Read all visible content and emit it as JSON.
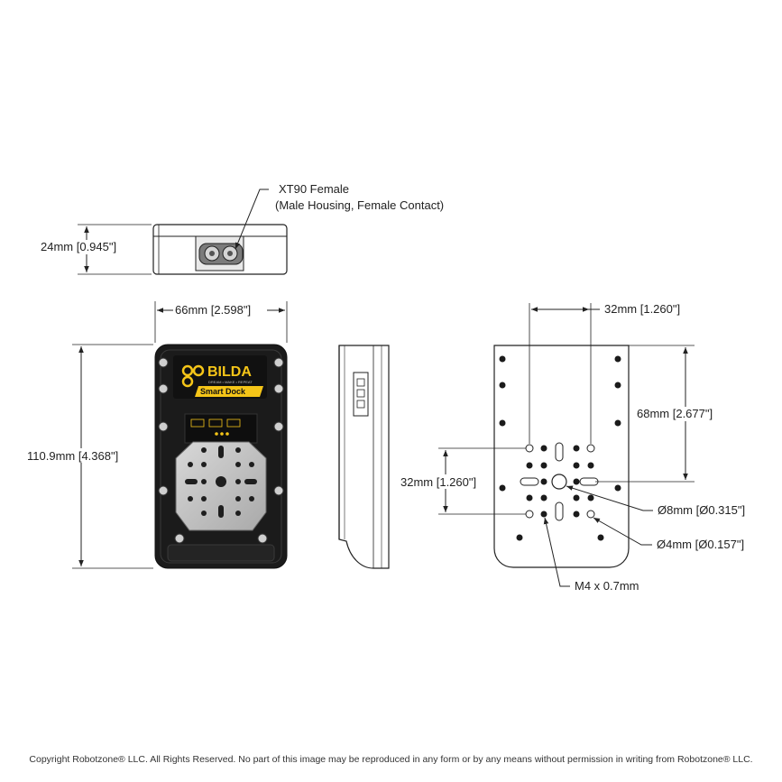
{
  "annotations": {
    "xt90": "XT90 Female",
    "xt90_sub": "(Male Housing, Female Contact)",
    "height_side": "24mm [0.945\"]",
    "width": "66mm [2.598\"]",
    "length": "110.9mm [4.368\"]",
    "pattern_horizontal": "32mm [1.260\"]",
    "pattern_vertical_right": "68mm [2.677\"]",
    "pattern_vertical_left": "32mm [1.260\"]",
    "hole_8mm": "Ø8mm [Ø0.315\"]",
    "hole_4mm": "Ø4mm [Ø0.157\"]",
    "thread": "M4 x 0.7mm"
  },
  "logo": {
    "brand": "BILDA",
    "tagline": "DREAM • MAKE • REPEAT",
    "product": "Smart Dock",
    "colors": {
      "yellow": "#f5c518",
      "body": "#1b1b1b"
    }
  },
  "footer": {
    "copyright": "Copyright Robotzone® LLC.  All Rights Reserved. No part of this image may be reproduced in any form or by any means without permission in writing from Robotzone® LLC."
  }
}
